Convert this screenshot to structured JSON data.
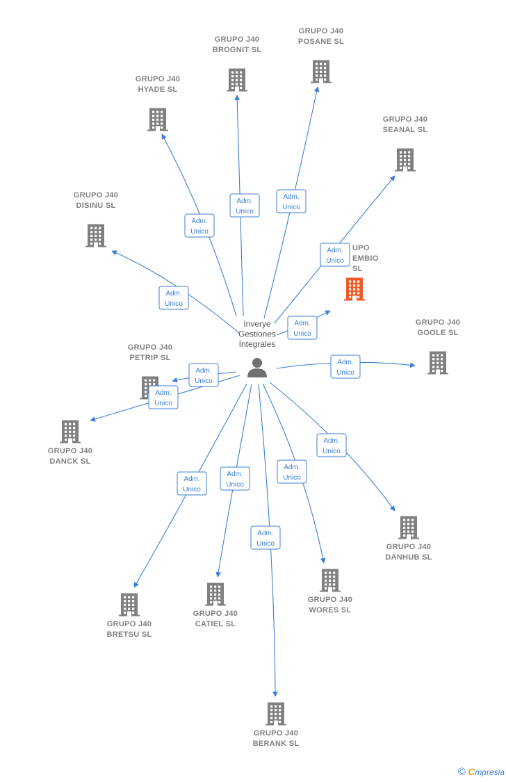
{
  "colors": {
    "edge": "#3a7fd5",
    "company": "#808080",
    "highlight": "#f05a28",
    "person": "#707070"
  },
  "icons": {
    "company": "building-icon",
    "person": "person-icon"
  },
  "center": {
    "lines": [
      "Inverye",
      "Gestiones",
      "Integrales"
    ]
  },
  "edge_label": [
    "Adm.",
    "Unico"
  ],
  "companies": [
    {
      "id": "brognit",
      "lines": [
        "GRUPO J40",
        "BROGNIT  SL"
      ]
    },
    {
      "id": "posane",
      "lines": [
        "GRUPO J40",
        "POSANE  SL"
      ]
    },
    {
      "id": "hyade",
      "lines": [
        "GRUPO J40",
        "HYADE  SL"
      ]
    },
    {
      "id": "seanal",
      "lines": [
        "GRUPO J40",
        "SEANAL  SL"
      ]
    },
    {
      "id": "disinu",
      "lines": [
        "GRUPO J40",
        "DISINU  SL"
      ]
    },
    {
      "id": "embio",
      "lines": [
        "UPO",
        "EMBIO",
        "SL"
      ],
      "highlight": true
    },
    {
      "id": "goole",
      "lines": [
        "GRUPO J40",
        "GOOLE  SL"
      ]
    },
    {
      "id": "petrip",
      "lines": [
        "GRUPO J40",
        "PETRIP  SL"
      ]
    },
    {
      "id": "danck",
      "lines": [
        "GRUPO J40",
        "DANCK  SL"
      ]
    },
    {
      "id": "danhub",
      "lines": [
        "GRUPO J40",
        "DANHUB  SL"
      ]
    },
    {
      "id": "wores",
      "lines": [
        "GRUPO J40",
        "WORES  SL"
      ]
    },
    {
      "id": "catiel",
      "lines": [
        "GRUPO J40",
        "CATIEL  SL"
      ]
    },
    {
      "id": "bretsu",
      "lines": [
        "GRUPO J40",
        "BRETSU  SL"
      ]
    },
    {
      "id": "berank",
      "lines": [
        "GRUPO J40",
        "BERANK  SL"
      ]
    }
  ],
  "footer": {
    "copyright": "©",
    "brand_initial": "C",
    "brand_rest": "mpresia"
  }
}
